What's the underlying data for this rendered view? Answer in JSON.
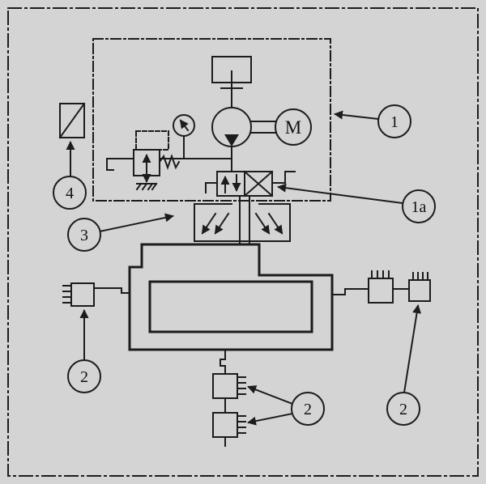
{
  "diagram": {
    "colors": {
      "background": "#d4d4d4",
      "line": "#1c1c1c"
    },
    "labels": {
      "motor": "M",
      "callout_unit": "1",
      "callout_valve": "1a",
      "callout_distributor": "3",
      "callout_indicator": "4",
      "callout_lube_left": "2",
      "callout_lube_bottom": "2",
      "callout_lube_right": "2"
    }
  }
}
